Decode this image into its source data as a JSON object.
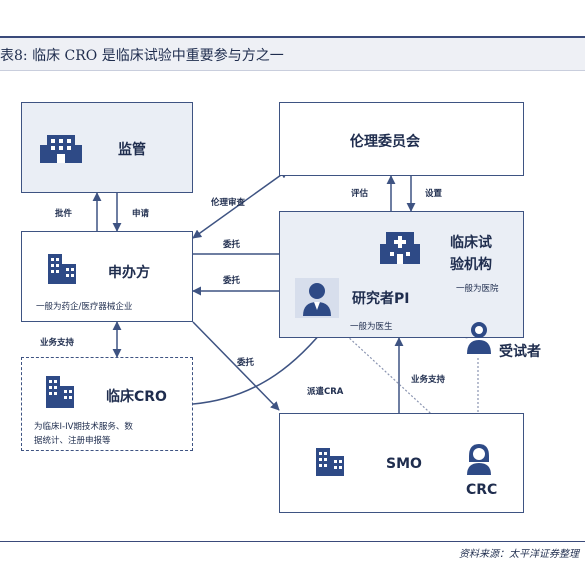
{
  "header": {
    "title": "表8: 临床 CRO 是临床试验中重要参与方之一"
  },
  "nodes": {
    "regulator": {
      "label": "监管"
    },
    "ethics": {
      "label": "伦理委员会"
    },
    "sponsor": {
      "label": "申办方",
      "sub": "一般为药企/医疗器械企业"
    },
    "site": {
      "label_line1": "临床试",
      "label_line2": "验机构",
      "sub": "一般为医院"
    },
    "investigator": {
      "label": "研究者PI",
      "sub": "一般为医生"
    },
    "subject": {
      "label": "受试者"
    },
    "cro": {
      "label": "临床CRO",
      "sub_line1": "为临床I-IV期技术服务、数",
      "sub_line2": "据统计、注册申报等"
    },
    "smo": {
      "label": "SMO"
    },
    "crc": {
      "label": "CRC"
    }
  },
  "edges": {
    "approve": "批件",
    "apply": "申请",
    "ethics_review": "伦理审查",
    "evaluate": "评估",
    "setup": "设置",
    "entrust_1": "委托",
    "entrust_2": "委托",
    "entrust_3": "委托",
    "business_support_1": "业务支持",
    "business_support_2": "业务支持",
    "dispatch_cra": "派遣CRA"
  },
  "footer": {
    "source": "资料来源：太平洋证券整理"
  },
  "colors": {
    "primary": "#2e4a86",
    "border": "#3e5382",
    "shaded": "#eaeef5"
  }
}
